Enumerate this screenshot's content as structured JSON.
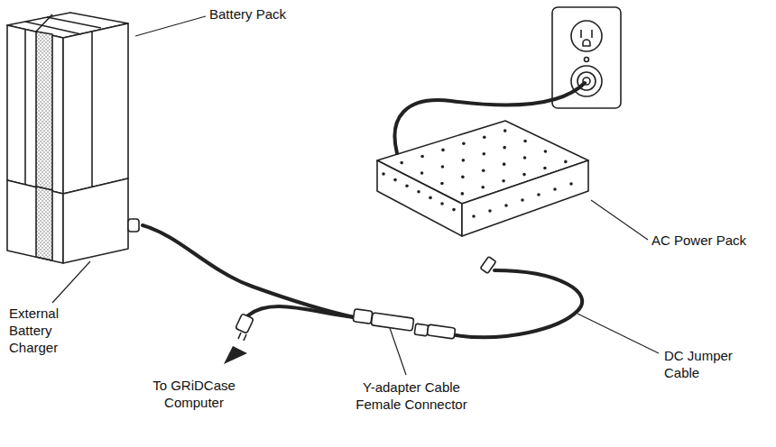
{
  "diagram": {
    "labels": [
      "Battery Pack",
      "External Battery Charger",
      "AC Power Pack",
      "DC Jumper Cable",
      "Y-adapter Cable Female Connector",
      "To GRiDCase Computer"
    ]
  }
}
